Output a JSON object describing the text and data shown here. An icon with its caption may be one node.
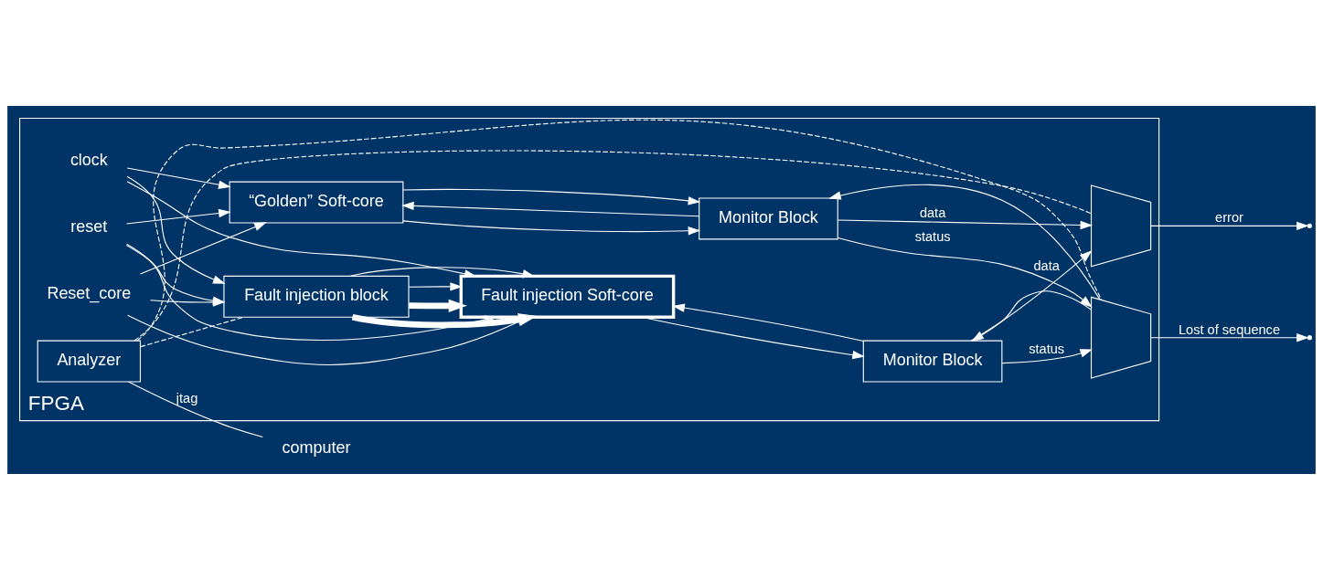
{
  "diagram": {
    "nodes": [
      {
        "text": [
          "FPGA"
        ]
      },
      {
        "text": [
          "Fault injection block"
        ],
        "in": 0
      },
      {
        "text": [
          "Analyzer"
        ],
        "in": 0
      },
      {
        "text": [
          "Fault injection Soft-core"
        ],
        "in": 0
      },
      {
        "text": [
          "Monitor Block"
        ],
        "in": 0
      },
      {
        "text": [
          "“Golden” Soft-core"
        ],
        "in": 0
      },
      {
        "text": [
          "Monitor Block"
        ],
        "in": 0
      },
      {
        "text": [],
        "shape": "trapezoid",
        "in": 0
      },
      {
        "text": [],
        "shape": "trapezoid",
        "in": 0
      },
      {
        "text": [
          "computer"
        ]
      },
      {
        "text": [
          "clock"
        ],
        "in": 0
      },
      {
        "text": [
          "reset"
        ],
        "in": 0
      },
      {
        "text": [
          "Reset_core"
        ],
        "in": 0
      }
    ],
    "edges": [
      {
        "from": 10,
        "to": 1,
        "arrow": "to"
      },
      {
        "from": 10,
        "to": 3,
        "arrow": "to"
      },
      {
        "from": 10,
        "to": 5,
        "arrow": "to"
      },
      {
        "from": 11,
        "to": 1,
        "arrow": "to"
      },
      {
        "from": 11,
        "to": 3,
        "arrow": "to"
      },
      {
        "from": 11,
        "to": 5,
        "arrow": "to"
      },
      {
        "from": 12,
        "to": 1,
        "arrow": "to"
      },
      {
        "from": 12,
        "to": 3,
        "arrow": "to"
      },
      {
        "from": 12,
        "to": 5,
        "arrow": "to"
      },
      {
        "from": 1,
        "to": 3,
        "arrow": "to",
        "style": "thick"
      },
      {
        "from": 1,
        "to": 3,
        "arrow": "to",
        "style": "thick"
      },
      {
        "from": 1,
        "to": 3,
        "arrow": "to"
      },
      {
        "from": 1,
        "to": 3,
        "arrow": "to"
      },
      {
        "from": 2,
        "to": 9,
        "arrow": "none",
        "label": "jtag"
      },
      {
        "from": 2,
        "to": 1,
        "arrow": "none",
        "style": "dashed"
      },
      {
        "from": 2,
        "to": 7,
        "arrow": "none",
        "style": "dashed"
      },
      {
        "from": 2,
        "to": 8,
        "arrow": "none",
        "style": "dashed"
      },
      {
        "from": 3,
        "to": 4,
        "arrow": "to"
      },
      {
        "from": 4,
        "to": 3,
        "arrow": "to"
      },
      {
        "from": 4,
        "to": 7,
        "arrow": "to",
        "label": "data"
      },
      {
        "from": 4,
        "to": 8,
        "arrow": "to",
        "label": "status"
      },
      {
        "from": 6,
        "to": 5,
        "arrow": "to"
      },
      {
        "from": 5,
        "to": 6,
        "arrow": "to"
      },
      {
        "from": 5,
        "to": 6,
        "arrow": "to"
      },
      {
        "from": 6,
        "to": 7,
        "arrow": "to",
        "label": "data"
      },
      {
        "from": 6,
        "to": 8,
        "arrow": "to",
        "label": "status"
      },
      {
        "from": 7,
        "to": null,
        "arrow": "to",
        "label": "error"
      },
      {
        "from": 8,
        "to": null,
        "arrow": "to",
        "label": "Lost of sequence"
      },
      {
        "from": 8,
        "to": 4,
        "arrow": "to"
      },
      {
        "from": 8,
        "to": 6,
        "arrow": "to"
      }
    ]
  }
}
